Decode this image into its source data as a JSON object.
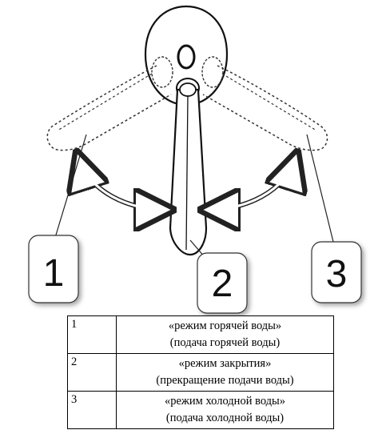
{
  "labels": {
    "n1": "1",
    "n2": "2",
    "n3": "3"
  },
  "table": {
    "rows": [
      {
        "num": "1",
        "line1": "«режим горячей воды»",
        "line2": "(подача горячей воды)"
      },
      {
        "num": "2",
        "line1": "«режим закрытия»",
        "line2": "(прекращение подачи воды)"
      },
      {
        "num": "3",
        "line1": "«режим холодной воды»",
        "line2": "(подача холодной воды)"
      }
    ]
  }
}
